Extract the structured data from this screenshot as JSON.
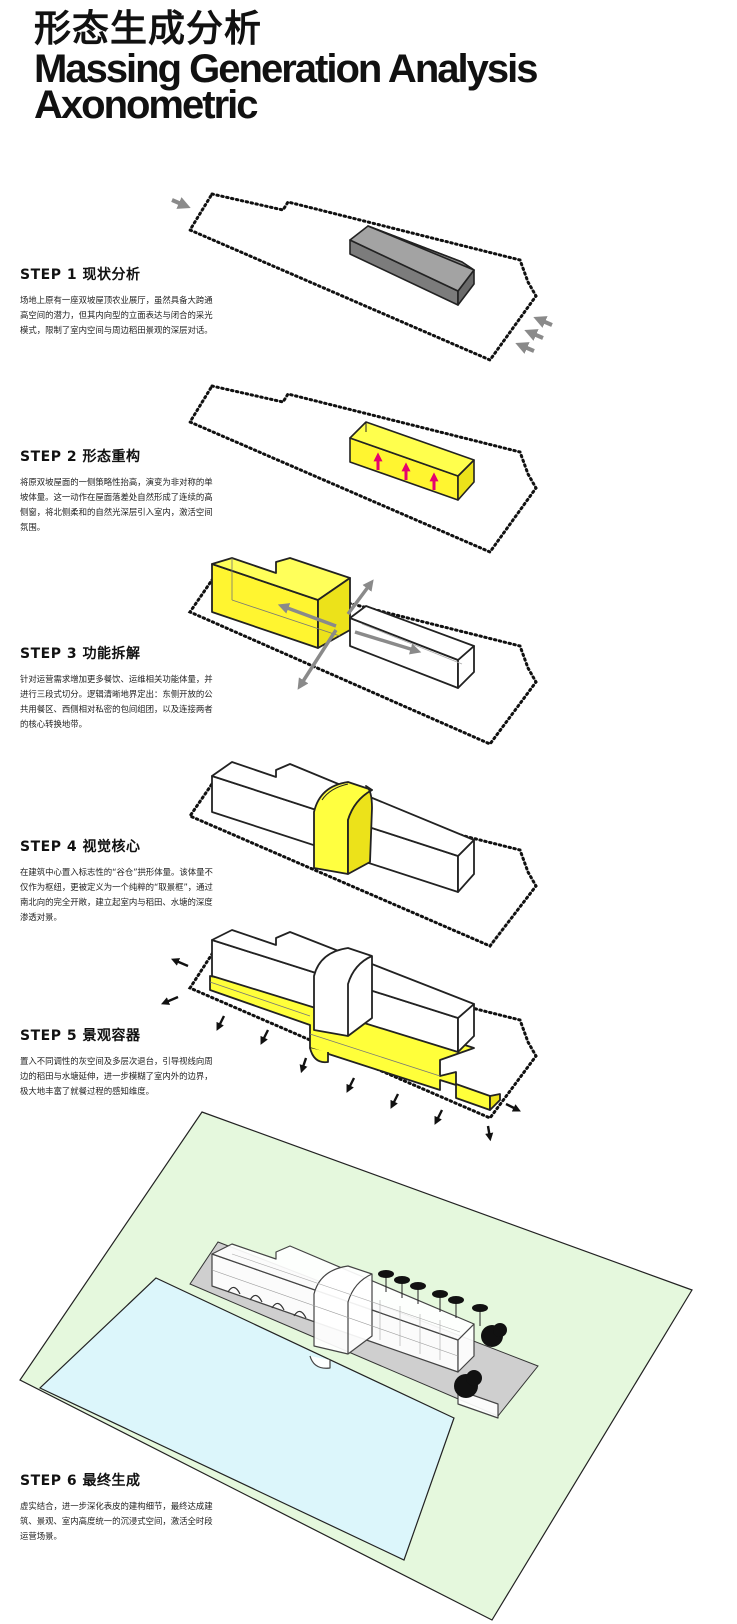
{
  "header": {
    "title_zh": "形态生成分析",
    "title_en_1": "Massing Generation Analysis",
    "title_en_2": "Axonometric"
  },
  "colors": {
    "highlight": "#ffff2e",
    "existing_roof": "#9e9e9e",
    "arrow_grey": "#8a8a8a",
    "arrow_magenta": "#e6006e",
    "site_green": "#e5f8dd",
    "water_blue": "#dcf6fb",
    "paving": "#cfcfcf"
  },
  "steps": [
    {
      "title": "STEP 1 现状分析",
      "text": "场地上原有一座双坡屋顶农业展厅，虽然具备大跨通高空间的潜力，但其内向型的立面表达与闭合的采光模式，限制了室内空间与周边稻田景观的深层对话。"
    },
    {
      "title": "STEP 2 形态重构",
      "text": "将原双坡屋面的一侧策略性抬高，演变为非对称的单坡体量。这一动作在屋面落差处自然形成了连续的高侧窗，将北侧柔和的自然光深层引入室内，激活空间氛围。"
    },
    {
      "title": "STEP 3 功能拆解",
      "text": "针对运营需求增加更多餐饮、运维相关功能体量，并进行三段式切分。逻辑清晰地界定出：东侧开放的公共用餐区、西侧相对私密的包间组团，以及连接两者的核心转换地带。"
    },
    {
      "title": "STEP 4 视觉核心",
      "text": "在建筑中心置入标志性的“谷仓”拱形体量。该体量不仅作为枢纽，更被定义为一个纯粹的“取景框”，通过南北向的完全开敞，建立起室内与稻田、水塘的深度渗透对景。"
    },
    {
      "title": "STEP 5 景观容器",
      "text": "置入不同调性的灰空间及多层次退台，引导视线向周边的稻田与水塘延伸，进一步模糊了室内外的边界，极大地丰富了就餐过程的感知维度。"
    },
    {
      "title": "STEP 6 最终生成",
      "text": "虚实结合，进一步深化表皮的建构细节，最终达成建筑、景观、室内高度统一的沉浸式空间，激活全时段运营场景。"
    }
  ]
}
